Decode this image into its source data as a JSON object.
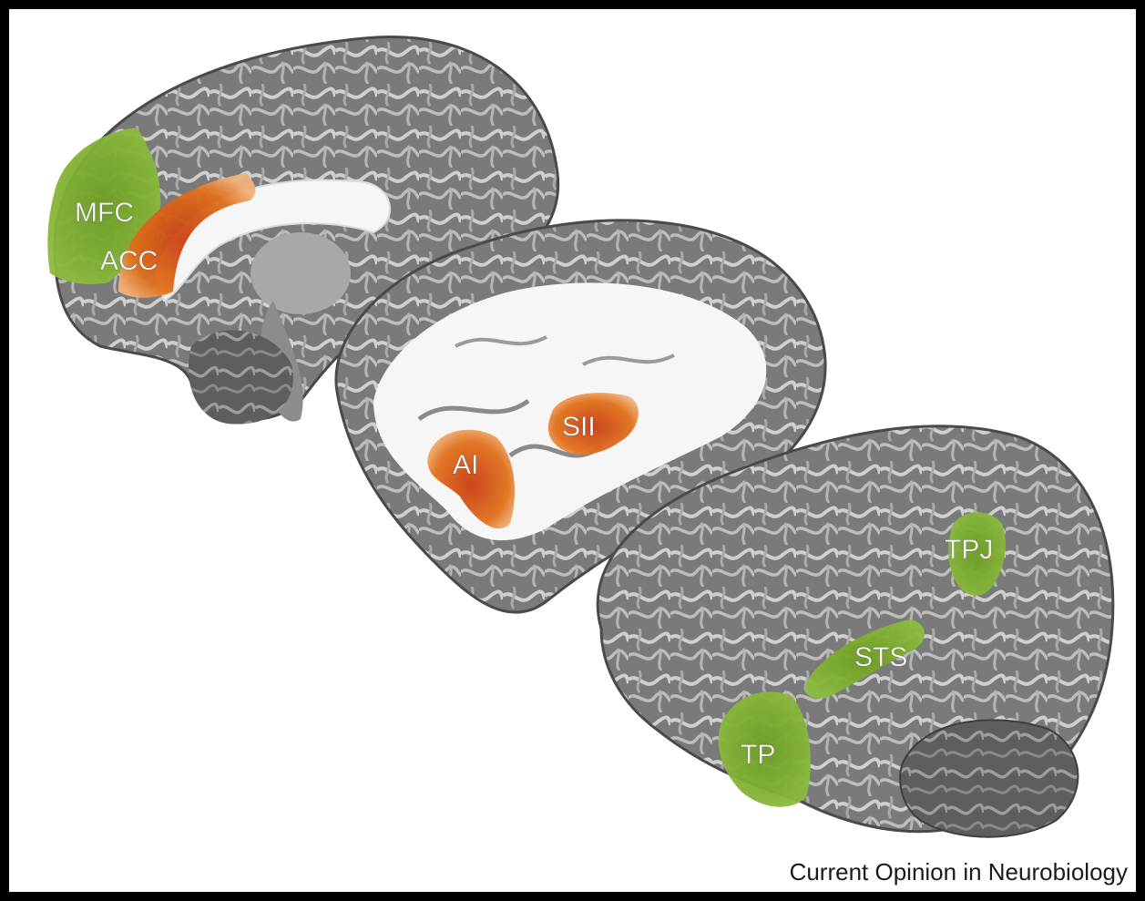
{
  "figure": {
    "regions": [
      {
        "id": "mfc",
        "label": "MFC",
        "group": "green"
      },
      {
        "id": "acc",
        "label": "ACC",
        "group": "orange"
      },
      {
        "id": "ai",
        "label": "AI",
        "group": "orange"
      },
      {
        "id": "sii",
        "label": "SII",
        "group": "orange"
      },
      {
        "id": "tpj",
        "label": "TPJ",
        "group": "green"
      },
      {
        "id": "sts",
        "label": "STS",
        "group": "green"
      },
      {
        "id": "tp",
        "label": "TP",
        "group": "green"
      }
    ],
    "credit": "Current Opinion in Neurobiology"
  },
  "colors": {
    "green_region": "#78a82c",
    "orange_region": "#e0701a",
    "red_core": "#c83c10",
    "cortex_dark": "#6e6e6e",
    "cortex_mid": "#9a9a9a",
    "white_matter": "#f6f6f6",
    "frame": "#000000"
  }
}
